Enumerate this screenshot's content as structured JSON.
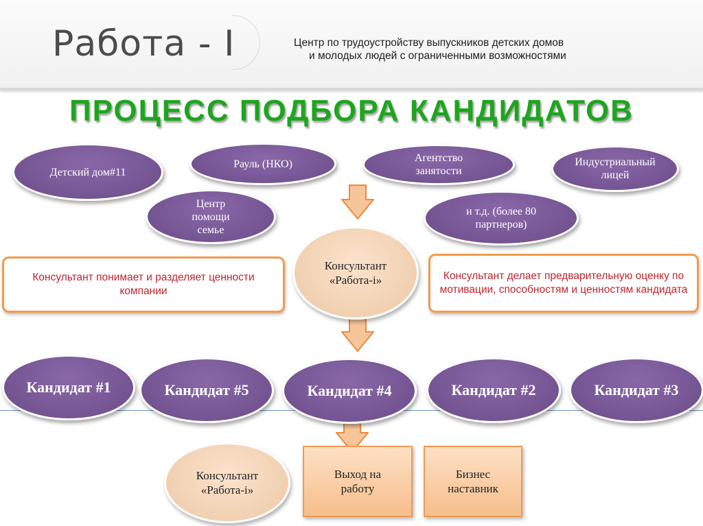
{
  "header": {
    "logo": "Работа - I",
    "tagline_line1": "Центр по трудоустройству выпускников детских домов",
    "tagline_line2": "и молодых людей с ограниченными возможностями"
  },
  "title": "ПРОЦЕСС ПОДБОРА КАНДИДАТОВ",
  "partners": {
    "p1": "Детский дом#11",
    "p2": "Рауль (НКО)",
    "p3": "Агентство занятости",
    "p4": "Индустриальный лицей",
    "p5": "Центр помощи семье",
    "p6": "и т.д. (более 80 партнеров)"
  },
  "consultant": "Консультант «Работа-i»",
  "notes": {
    "left": "Консультант понимает и разделяет ценности компании",
    "right": "Консультант делает предварительную оценку по мотивации, способностям и ценностям кандидата"
  },
  "candidates": {
    "c1": "Кандидат #1",
    "c5": "Кандидат #5",
    "c4": "Кандидат #4",
    "c2": "Кандидат #2",
    "c3": "Кандидат #3"
  },
  "outcome": {
    "consultant": "Консультант «Работа-i»",
    "job": "Выход на работу",
    "mentor": "Бизнес наставник"
  },
  "colors": {
    "oval_fill": "#7a5a98",
    "consultant_fill": "#f6d7b8",
    "title_green": "#1ea51e",
    "note_border": "#f39a4a",
    "note_text": "#c0232b"
  }
}
